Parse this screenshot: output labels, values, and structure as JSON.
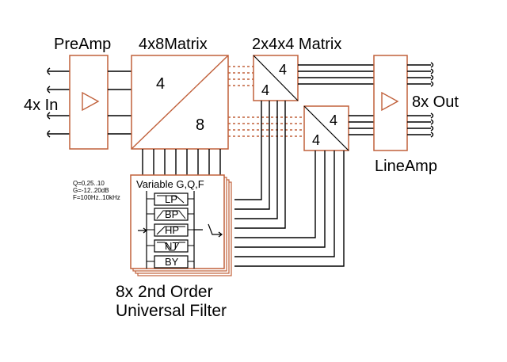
{
  "labels": {
    "preamp": "PreAmp",
    "matrix_4x8": "4x8Matrix",
    "matrix_2x4x4": "2x4x4 Matrix",
    "input": "4x In",
    "output": "8x Out",
    "lineamp": "LineAmp",
    "matrix_in": "4",
    "matrix_out": "8",
    "sub_in": "4",
    "sub_out": "4"
  },
  "filter": {
    "header": "Variable G,Q,F",
    "param_q": "Q=0,25..10",
    "param_g": "G=-12..20dB",
    "param_f": "F=100Hz..10kHz",
    "modes": [
      "LP",
      "BP",
      "HP",
      "NT",
      "BY"
    ],
    "caption_line1": "8x 2nd Order",
    "caption_line2": "Universal Filter"
  },
  "colors": {
    "block_border": "#c0603a",
    "wire": "#000000"
  }
}
